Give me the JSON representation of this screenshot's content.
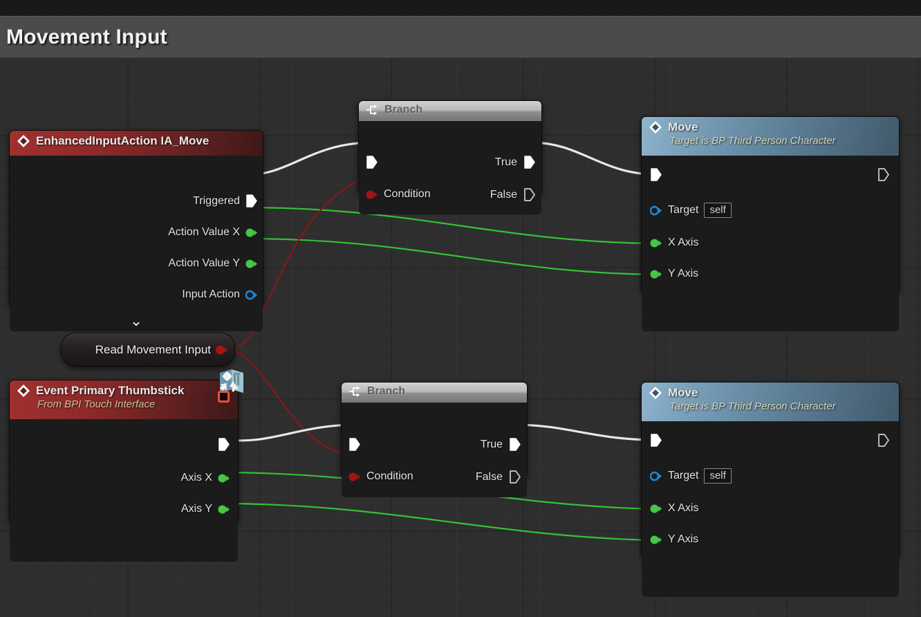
{
  "comment": {
    "title": "Movement Input"
  },
  "colors": {
    "exec_wire": "#e8e8e8",
    "float_wire": "#35c335",
    "bool_wire": "#8a1616",
    "event_header": "#8e2a2a",
    "function_header": "#5d7f97",
    "branch_header": "#b9b9b9",
    "float_pin": "#46c746",
    "bool_pin": "#a31414",
    "object_pin": "#1a86d6",
    "canvas_bg": "#2e2e2e",
    "comment_bar": "#4b4b4b"
  },
  "nodes": {
    "enhanced_input": {
      "title": "EnhancedInputAction IA_Move",
      "icon": "event-diamond-icon",
      "outputs": [
        {
          "label": "Triggered",
          "type": "exec",
          "connected": true
        },
        {
          "label": "Action Value X",
          "type": "float",
          "connected": true
        },
        {
          "label": "Action Value Y",
          "type": "float",
          "connected": true
        },
        {
          "label": "Input Action",
          "type": "object",
          "connected": false
        }
      ],
      "expand_glyph": "⌄"
    },
    "branch_top": {
      "title": "Branch",
      "icon": "branch-icon",
      "inputs": [
        {
          "label": "",
          "type": "exec",
          "connected": true
        },
        {
          "label": "Condition",
          "type": "bool",
          "connected": true
        }
      ],
      "outputs": [
        {
          "label": "True",
          "type": "exec",
          "connected": true
        },
        {
          "label": "False",
          "type": "exec",
          "connected": false
        }
      ]
    },
    "branch_bottom": {
      "title": "Branch",
      "icon": "branch-icon",
      "inputs": [
        {
          "label": "",
          "type": "exec",
          "connected": true
        },
        {
          "label": "Condition",
          "type": "bool",
          "connected": true
        }
      ],
      "outputs": [
        {
          "label": "True",
          "type": "exec",
          "connected": true
        },
        {
          "label": "False",
          "type": "exec",
          "connected": false
        }
      ]
    },
    "move_top": {
      "title": "Move",
      "subtitle": "Target is BP Third Person Character",
      "icon": "function-diamond-icon",
      "inputs": [
        {
          "label": "",
          "type": "exec",
          "connected": true
        },
        {
          "label": "Target",
          "type": "object",
          "connected": false,
          "value": "self"
        },
        {
          "label": "X Axis",
          "type": "float",
          "connected": true
        },
        {
          "label": "Y Axis",
          "type": "float",
          "connected": true
        }
      ],
      "outputs": [
        {
          "label": "",
          "type": "exec",
          "connected": false
        }
      ]
    },
    "move_bottom": {
      "title": "Move",
      "subtitle": "Target is BP Third Person Character",
      "icon": "function-diamond-icon",
      "inputs": [
        {
          "label": "",
          "type": "exec",
          "connected": true
        },
        {
          "label": "Target",
          "type": "object",
          "connected": false,
          "value": "self"
        },
        {
          "label": "X Axis",
          "type": "float",
          "connected": true
        },
        {
          "label": "Y Axis",
          "type": "float",
          "connected": true
        }
      ],
      "outputs": [
        {
          "label": "",
          "type": "exec",
          "connected": false
        }
      ]
    },
    "read_movement_input": {
      "title": "Read Movement Input",
      "output": {
        "label": "",
        "type": "bool",
        "connected": true
      }
    },
    "event_thumbstick": {
      "title": "Event Primary Thumbstick",
      "subtitle": "From BPI Touch Interface",
      "icon": "event-diamond-icon",
      "badge": "disabled-breakpoint-badge",
      "overlay_icon": "blueprint-interface-icon",
      "outputs": [
        {
          "label": "",
          "type": "exec",
          "connected": true
        },
        {
          "label": "Axis X",
          "type": "float",
          "connected": true
        },
        {
          "label": "Axis Y",
          "type": "float",
          "connected": true
        }
      ]
    }
  }
}
